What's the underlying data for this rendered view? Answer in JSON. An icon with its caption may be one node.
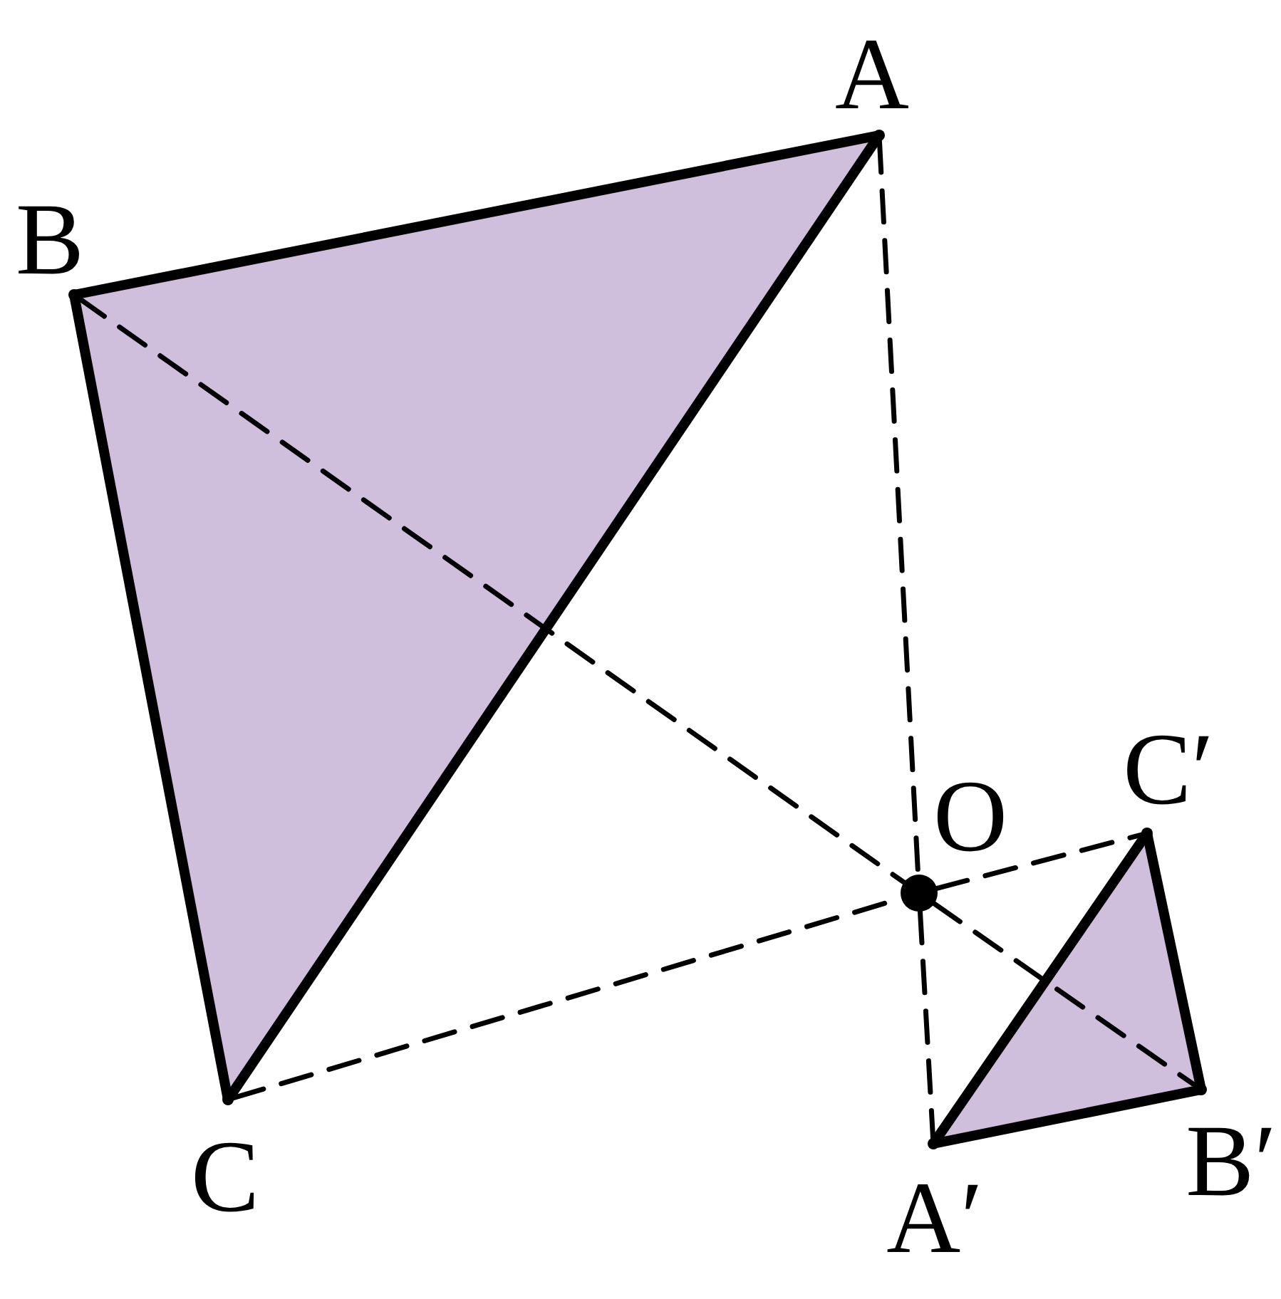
{
  "diagram": {
    "nodes": [
      {
        "text": [],
        "shape": "point",
        "beside": [
          "A"
        ]
      },
      {
        "text": [],
        "shape": "point",
        "beside": [
          "B"
        ]
      },
      {
        "text": [],
        "shape": "point",
        "beside": [
          "C"
        ]
      },
      {
        "text": [],
        "shape": "circle",
        "beside": [
          "O"
        ]
      },
      {
        "text": [],
        "shape": "point",
        "beside": [
          "A′"
        ]
      },
      {
        "text": [],
        "shape": "point",
        "beside": [
          "B′"
        ]
      },
      {
        "text": [],
        "shape": "point",
        "beside": [
          "C′"
        ]
      }
    ],
    "edges": [
      {
        "from": 0,
        "to": 1,
        "arrow": "none",
        "style": "thick"
      },
      {
        "from": 1,
        "to": 2,
        "arrow": "none",
        "style": "thick"
      },
      {
        "from": 2,
        "to": 0,
        "arrow": "none",
        "style": "thick"
      },
      {
        "from": 4,
        "to": 5,
        "arrow": "none",
        "style": "thick"
      },
      {
        "from": 5,
        "to": 6,
        "arrow": "none",
        "style": "thick"
      },
      {
        "from": 6,
        "to": 4,
        "arrow": "none",
        "style": "thick"
      },
      {
        "from": 0,
        "to": 3,
        "arrow": "none",
        "style": "dashed"
      },
      {
        "from": 3,
        "to": 4,
        "arrow": "none",
        "style": "dashed"
      },
      {
        "from": 1,
        "to": 3,
        "arrow": "none",
        "style": "dashed"
      },
      {
        "from": 3,
        "to": 5,
        "arrow": "none",
        "style": "dashed"
      },
      {
        "from": 2,
        "to": 3,
        "arrow": "none",
        "style": "dashed"
      },
      {
        "from": 3,
        "to": 6,
        "arrow": "none",
        "style": "dashed"
      }
    ]
  }
}
